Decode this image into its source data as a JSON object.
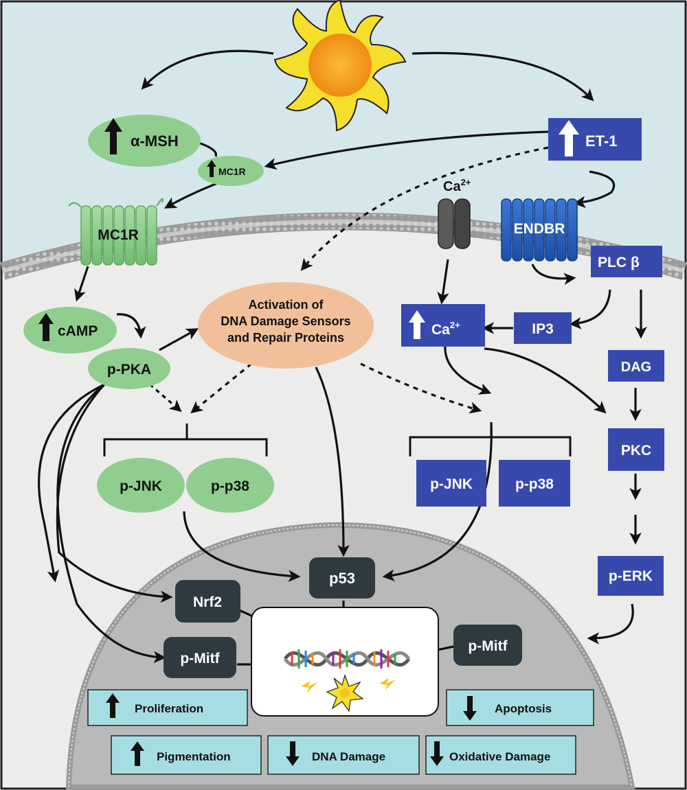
{
  "nodes": {
    "alpha_msh": "α-MSH",
    "mc1r_up": "MC1R",
    "mc1r_receptor": "MC1R",
    "et1": "ET-1",
    "ca_channel": "Ca",
    "ca_channel_sup": "2+",
    "endbr": "ENDBR",
    "plc": "PLC",
    "plc_suffix": "β",
    "camp": "cAMP",
    "ppka": "p-PKA",
    "dna_sensors_l1": "Activation of",
    "dna_sensors_l2": "DNA Damage Sensors",
    "dna_sensors_l3": "and Repair Proteins",
    "ca_up": "Ca",
    "ca_up_sup": "2+",
    "ip3": "IP3",
    "dag": "DAG",
    "pkc": "PKC",
    "perk": "p-ERK",
    "pjnk_left": "p-JNK",
    "pp38_left": "p-p38",
    "pjnk_right": "p-JNK",
    "pp38_right": "p-p38",
    "p53": "p53",
    "nrf2": "Nrf2",
    "pmitf_left": "p-Mitf",
    "pmitf_right": "p-Mitf"
  },
  "outcomes": {
    "proliferation": "Proliferation",
    "pigmentation": "Pigmentation",
    "dna_damage": "DNA Damage",
    "apoptosis": "Apoptosis",
    "oxidative_damage": "Oxidative Damage"
  },
  "colors": {
    "sky": "#d6e7ec",
    "cell": "#ececea",
    "nucleus": "#b9b9b9",
    "green": "#8fce8f",
    "blue": "#3849ad",
    "dark": "#2e3a40",
    "peach": "#f1c09a",
    "cyan": "#a6dde2",
    "sun": "#f6df2a",
    "sun_core": "#f5a81f"
  }
}
